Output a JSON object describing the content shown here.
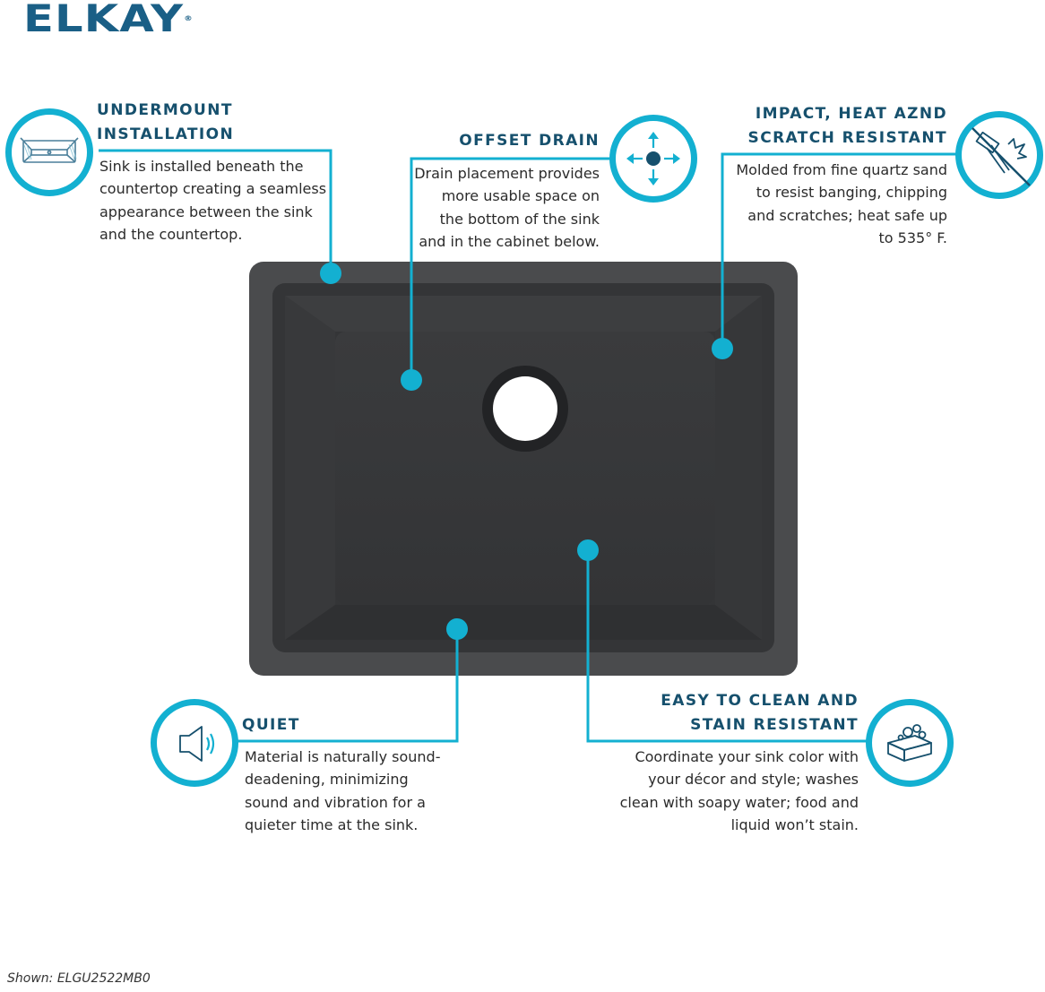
{
  "brand": {
    "logo": "ELKAY",
    "reg": "®"
  },
  "features": {
    "undermount": {
      "title_line1": "UNDERMOUNT",
      "title_line2": "INSTALLATION",
      "desc_lines": [
        "Sink is installed beneath the",
        "countertop creating a seamless",
        "appearance between the sink",
        "and the countertop."
      ]
    },
    "offset_drain": {
      "title_line1": "OFFSET DRAIN",
      "desc_lines": [
        "Drain placement provides",
        "more usable space on",
        "the bottom of the sink",
        "and in the cabinet below."
      ]
    },
    "impact": {
      "title_line1": "IMPACT, HEAT AZND",
      "title_line2": "SCRATCH RESISTANT",
      "desc_lines": [
        "Molded from fine quartz sand",
        "to resist banging, chipping",
        "and scratches; heat safe up",
        "to 535° F."
      ]
    },
    "quiet": {
      "title_line1": "QUIET",
      "desc_lines": [
        "Material is naturally sound-",
        "deadening, minimizing",
        "sound and vibration for a",
        "quieter time at the sink."
      ]
    },
    "easy_clean": {
      "title_line1": "EASY TO CLEAN AND",
      "title_line2": "STAIN RESISTANT",
      "desc_lines": [
        "Coordinate your sink color with",
        "your décor and style; washes",
        "clean with soapy water; food and",
        "liquid won’t stain."
      ]
    }
  },
  "caption": "Shown: ELGU2522MB0",
  "colors": {
    "accent": "#13b0d1",
    "heading": "#16506d",
    "logo": "#1a5f86",
    "sink": "#3a3b3d"
  },
  "icons": [
    "undermount-sink-icon",
    "offset-drain-arrows-icon",
    "hammer-impact-icon",
    "speaker-icon",
    "soap-sponge-icon"
  ]
}
